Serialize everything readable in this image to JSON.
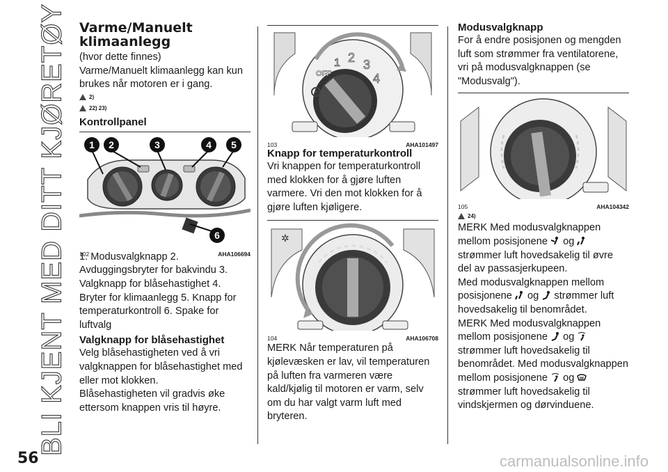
{
  "side_tab": "BLI KJENT MED DITT KJØRETØY",
  "page_number": "56",
  "watermark": "carmanualsonline.info",
  "col1": {
    "title": "Varme/Manuelt klimaanlegg",
    "availability": "(hvor dette finnes)",
    "intro": "Varme/Manuelt klimaanlegg kan kun brukes når motoren er i gang.",
    "note_a": "2)",
    "note_b": "22)  23)",
    "subheading": "Kontrollpanel",
    "figure": {
      "number": "102",
      "code": "AHA106694",
      "callouts": [
        "1",
        "2",
        "3",
        "4",
        "5",
        "6"
      ]
    },
    "legend": "1. Modusvalgknapp 2. Avduggingsbryter for bakvindu 3. Valgknapp for blåsehastighet 4. Bryter for klimaanlegg 5. Knapp for temperaturkontroll 6. Spake for luftvalg",
    "section2_heading": "Valgknapp for blåsehastighet",
    "section2_text": "Velg blåsehastigheten ved å vri valgknappen for blåsehastighet med eller mot klokken.",
    "section2_text2": "Blåsehastigheten vil gradvis øke ettersom knappen vris til høyre."
  },
  "col2": {
    "figure1": {
      "number": "103",
      "code": "AHA101497",
      "dial_labels": [
        "OFF",
        "1",
        "2",
        "3",
        "4"
      ]
    },
    "heading": "Knapp for temperaturkontroll",
    "text": "Vri knappen for temperaturkontroll med klokken for å gjøre luften varmere. Vri den mot klokken for å gjøre luften kjøligere.",
    "figure2": {
      "number": "104",
      "code": "AHA106708"
    },
    "merk": "MERK Når temperaturen på kjølevæsken er lav, vil temperaturen på luften fra varmeren være kald/kjølig til motoren er varm, selv om du har valgt varm luft med bryteren."
  },
  "col3": {
    "heading": "Modusvalgknapp",
    "text": "For å endre posisjonen og mengden luft som strømmer fra ventilatorene, vri på modusvalgknappen (se \"Modusvalg\").",
    "figure": {
      "number": "105",
      "code": "AHA104342"
    },
    "note": "24)",
    "p1_a": "MERK Med modusvalgknappen mellom posisjonene",
    "p1_og": "og",
    "p1_b": "strømmer luft hovedsakelig til øvre del av passasjerkupeen.",
    "p2_a": "Med modusvalgknappen mellom posisjonene",
    "p2_og": "og",
    "p2_b": "strømmer luft hovedsakelig til benområdet.",
    "p3_a": "MERK Med modusvalgknappen mellom posisjonene",
    "p3_og": "og",
    "p3_b": "strømmer luft hovedsakelig til benområdet. Med modusvalgknappen mellom posisjonene",
    "p3_og2": "og",
    "p3_c": "strømmer luft hovedsakelig til vindskjermen og dørvinduene."
  }
}
